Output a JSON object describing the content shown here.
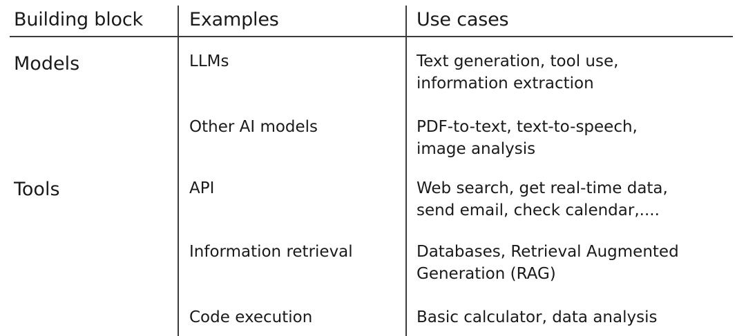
{
  "headers": {
    "building_block": "Building block",
    "examples": "Examples",
    "use_cases": "Use cases"
  },
  "blocks": {
    "models": "Models",
    "tools": "Tools"
  },
  "rows": [
    {
      "example": "LLMs",
      "use_case_line1": "Text generation, tool use,",
      "use_case_line2": "information extraction"
    },
    {
      "example": "Other AI models",
      "use_case_line1": "PDF-to-text, text-to-speech,",
      "use_case_line2": "image analysis"
    },
    {
      "example": "API",
      "use_case_line1": "Web search, get real-time data,",
      "use_case_line2": "send email, check calendar,...."
    },
    {
      "example": "Information retrieval",
      "use_case_line1": "Databases, Retrieval Augmented",
      "use_case_line2": "Generation (RAG)"
    },
    {
      "example": "Code execution",
      "use_case_line1": "Basic calculator, data analysis",
      "use_case_line2": ""
    }
  ]
}
